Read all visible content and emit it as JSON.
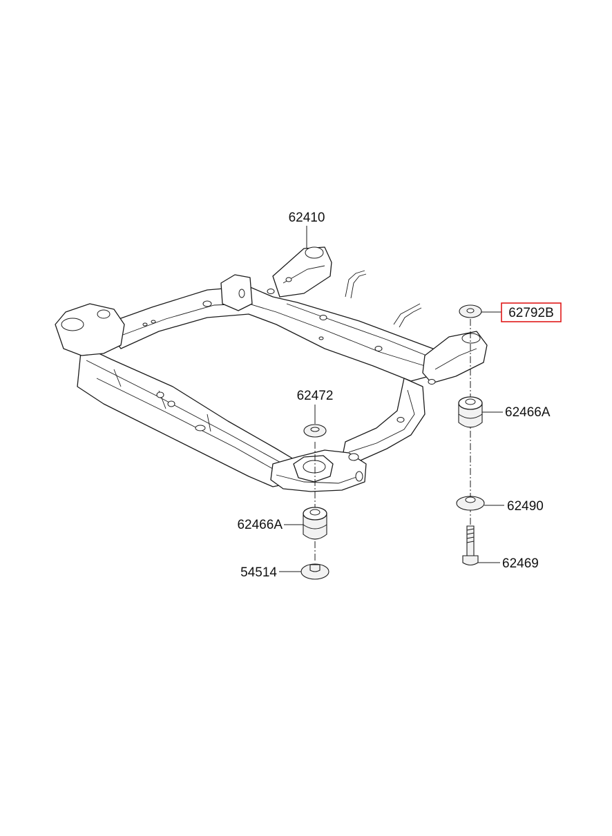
{
  "accent_color": "#e01818",
  "parts": {
    "crossmember": {
      "number": "62410",
      "icon": "crossmember-subframe-icon"
    },
    "stopper_rear": {
      "number": "62792B",
      "highlighted": true,
      "icon": "washer-icon"
    },
    "bushing_rear": {
      "number": "62466A",
      "icon": "bushing-icon"
    },
    "washer_rear": {
      "number": "62490",
      "icon": "washer-icon"
    },
    "bolt_rear": {
      "number": "62469",
      "icon": "bolt-icon"
    },
    "stopper_front": {
      "number": "62472",
      "icon": "washer-icon"
    },
    "bushing_front": {
      "number": "62466A",
      "icon": "bushing-icon"
    },
    "bolt_front": {
      "number": "54514",
      "icon": "flange-bolt-icon"
    }
  }
}
